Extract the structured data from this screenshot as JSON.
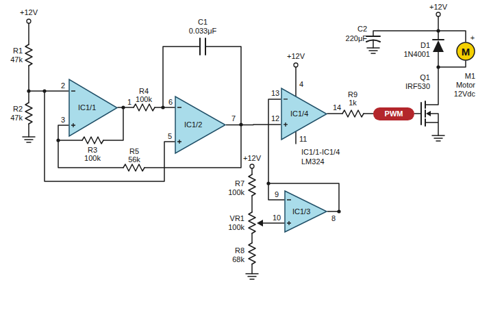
{
  "diagram": {
    "nodes": [
      {
        "text": [
          "IC1/1"
        ]
      },
      {
        "text": [
          "IC1/2"
        ]
      },
      {
        "text": [
          "IC1/4"
        ]
      },
      {
        "text": [
          "PWM"
        ]
      },
      {
        "text": [
          "M"
        ]
      },
      {
        "text": [
          "IC1/3"
        ]
      }
    ],
    "edges": [
      {
        "from": 1,
        "to": 2,
        "arrow": "none"
      },
      {
        "from": 5,
        "to": 2,
        "arrow": "none"
      }
    ],
    "labels": [
      "+12V",
      "R1",
      "47k",
      "R2",
      "47k",
      "2",
      "3",
      "R3",
      "100k",
      "1",
      "R4",
      "100k",
      "C1",
      "0.033μF",
      "6",
      "5",
      "7",
      "R5",
      "56k",
      "+12V",
      "4",
      "13",
      "12",
      "11",
      "14",
      "R9",
      "1k",
      "IC1/1-IC1/4",
      "LM324",
      "+12V",
      "C2",
      "220μF",
      "D1",
      "1N4001",
      "Q1",
      "IRF530",
      "M1",
      "Motor",
      "12Vdc",
      "+",
      "+12V",
      "R7",
      "100k",
      "VR1",
      "100k",
      "R8",
      "68k",
      "9",
      "10",
      "8"
    ]
  }
}
